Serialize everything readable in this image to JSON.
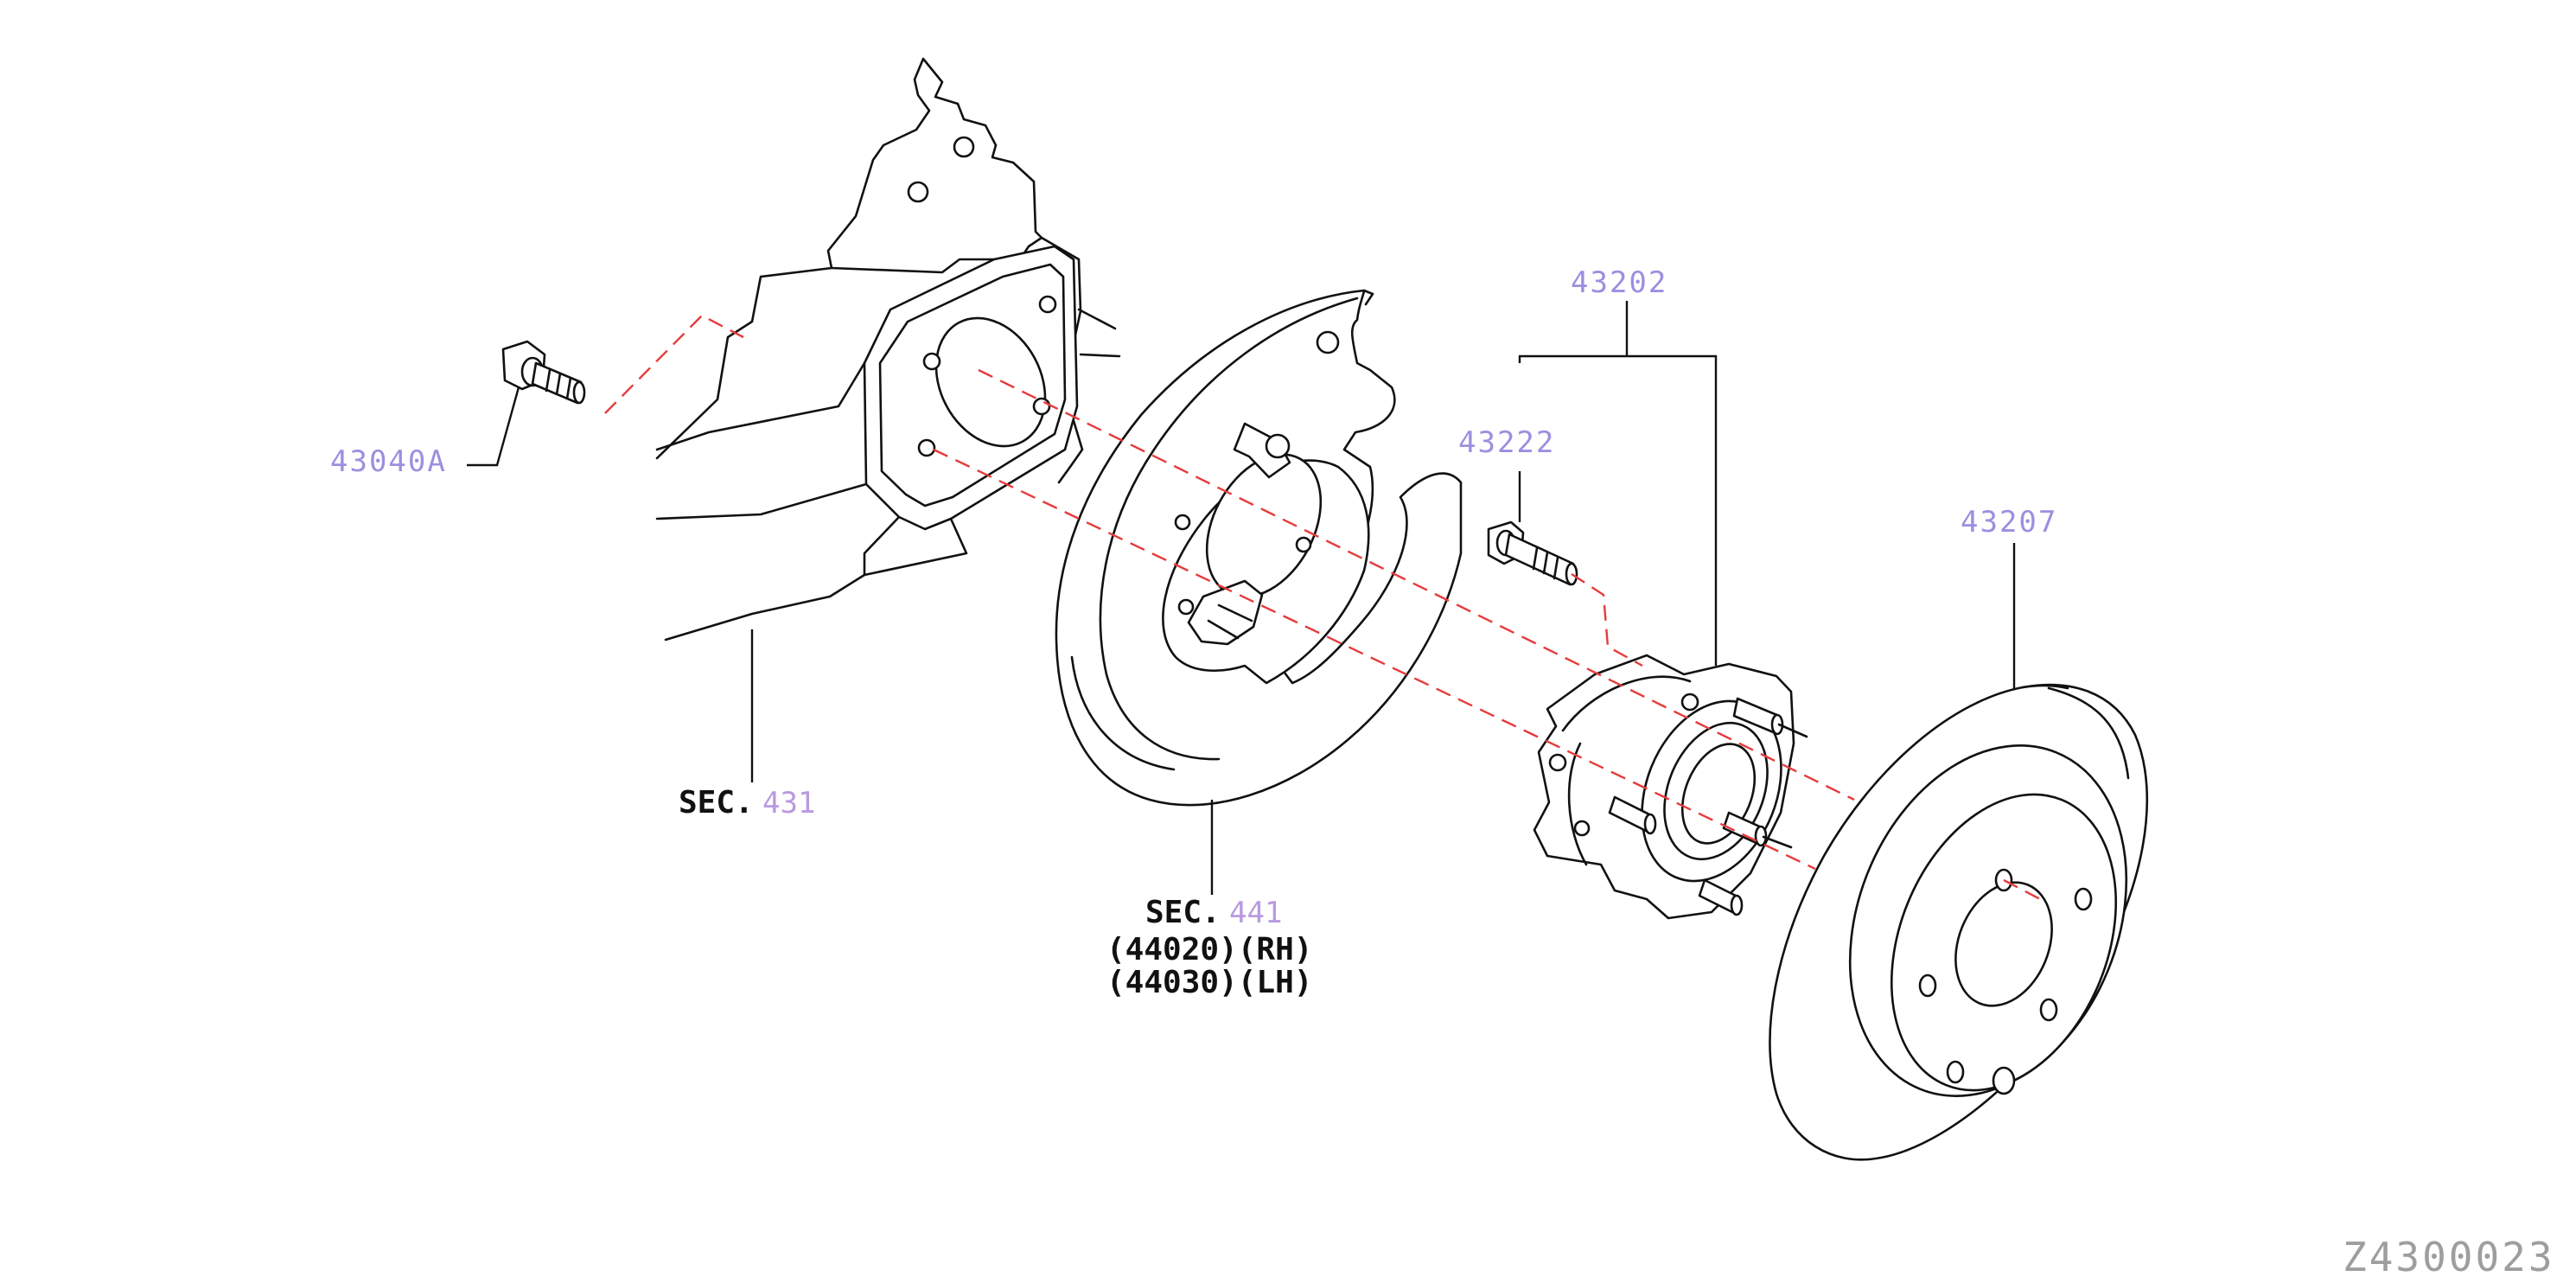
{
  "colors": {
    "part_number": "#9c8fe0",
    "section_number": "#b89ae0",
    "leader_line": "#111111",
    "alignment_dash": "#e63b3b",
    "diagram_code": "#9e9e9e"
  },
  "parts": {
    "hub_bolt": "43040A",
    "hub_assembly": "43202",
    "wheel_stud": "43222",
    "brake_rotor": "43207"
  },
  "sections": {
    "knuckle": {
      "prefix": "SEC.",
      "number": "431"
    },
    "backing_plate": {
      "prefix": "SEC.",
      "number": "441",
      "codes": [
        "(44020)(RH)",
        "(44030)(LH)"
      ]
    }
  },
  "diagram_code": "Z4300023"
}
